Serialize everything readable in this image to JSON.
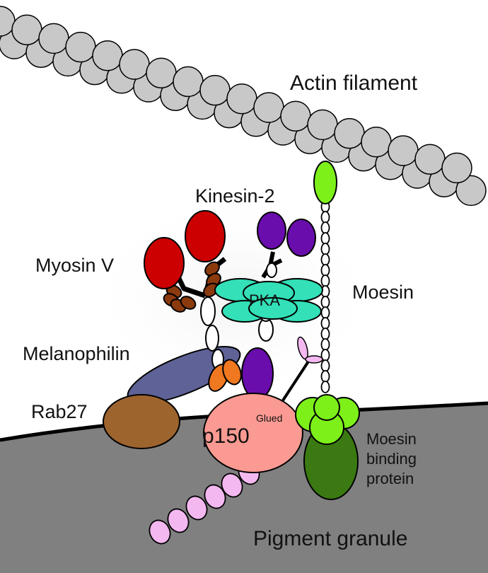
{
  "labels": {
    "actin_filament": "Actin filament",
    "kinesin_2": "Kinesin-2",
    "myosin_v": "Myosin V",
    "moesin": "Moesin",
    "pka": "PKA",
    "melanophilin": "Melanophilin",
    "rab27": "Rab27",
    "glued": "Glued",
    "p150": "p150",
    "moesin_binding_protein": [
      "Moesin",
      "binding",
      "protein"
    ],
    "pigment_granule": "Pigment granule"
  },
  "colors": {
    "actin": "#c8c8c8",
    "granule": "#808080",
    "myosin": "#cc0000",
    "myosin_light_chain": "#8b3a0e",
    "kinesin": "#6a0dad",
    "pka": "#33e0b8",
    "melanophilin": "#5f6296",
    "melanophilin_link": "#f07820",
    "rab27": "#9e642e",
    "p150": "#fa9a92",
    "moesin_head": "#7df01a",
    "moesin_binding": "#3b7a12",
    "pink_beads": "#f4b8f0"
  }
}
